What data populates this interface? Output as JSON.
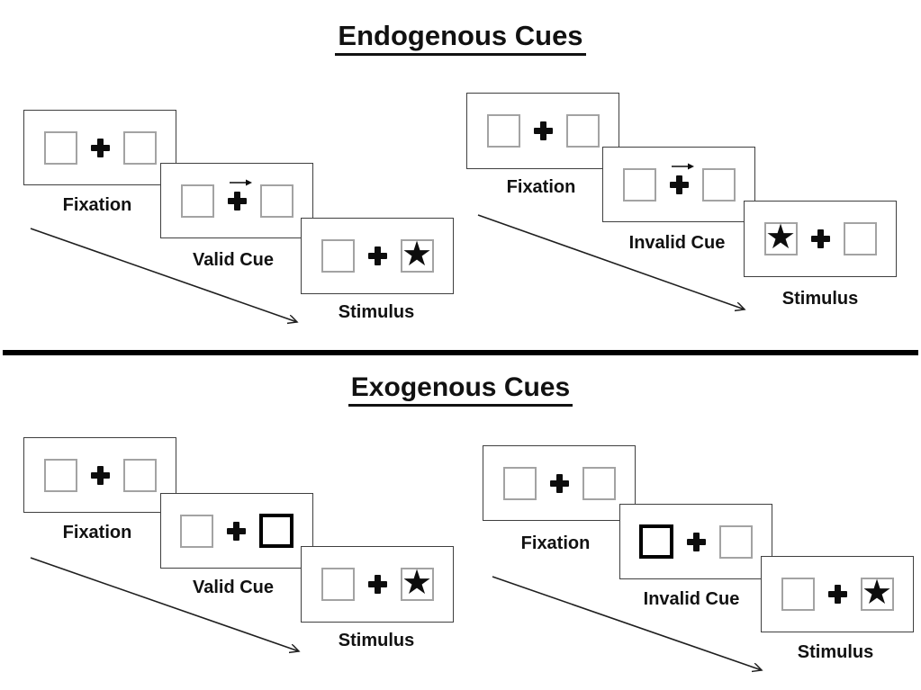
{
  "titles": {
    "endogenous": "Endogenous Cues",
    "exogenous": "Exogenous Cues"
  },
  "glyphs": {
    "star": "★"
  },
  "icons": {
    "fixation_cross": "heavy-plus-icon",
    "cue_arrow": "right-arrow-icon",
    "timeline_arrow": "diagonal-down-right-arrow-icon",
    "stimulus": "star-icon"
  },
  "colors": {
    "background": "#ffffff",
    "foreground": "#111111",
    "card_border": "#3f3f3f",
    "square_border": "#a3a3a3",
    "cue_square_border": "#000000",
    "divider": "#000000"
  },
  "panels": {
    "endo_valid": {
      "cards": {
        "fixation": {
          "label": "Fixation"
        },
        "cue": {
          "label": "Valid Cue",
          "cue_type": "right-arrow"
        },
        "stimulus": {
          "label": "Stimulus",
          "star_position": "right"
        }
      }
    },
    "endo_invalid": {
      "cards": {
        "fixation": {
          "label": "Fixation"
        },
        "cue": {
          "label": "Invalid Cue",
          "cue_type": "right-arrow"
        },
        "stimulus": {
          "label": "Stimulus",
          "star_position": "left"
        }
      }
    },
    "exo_valid": {
      "cards": {
        "fixation": {
          "label": "Fixation"
        },
        "cue": {
          "label": "Valid Cue",
          "cue_type": "thick-square-right"
        },
        "stimulus": {
          "label": "Stimulus",
          "star_position": "right"
        }
      }
    },
    "exo_invalid": {
      "cards": {
        "fixation": {
          "label": "Fixation"
        },
        "cue": {
          "label": "Invalid Cue",
          "cue_type": "thick-square-left"
        },
        "stimulus": {
          "label": "Stimulus",
          "star_position": "right"
        }
      }
    }
  }
}
